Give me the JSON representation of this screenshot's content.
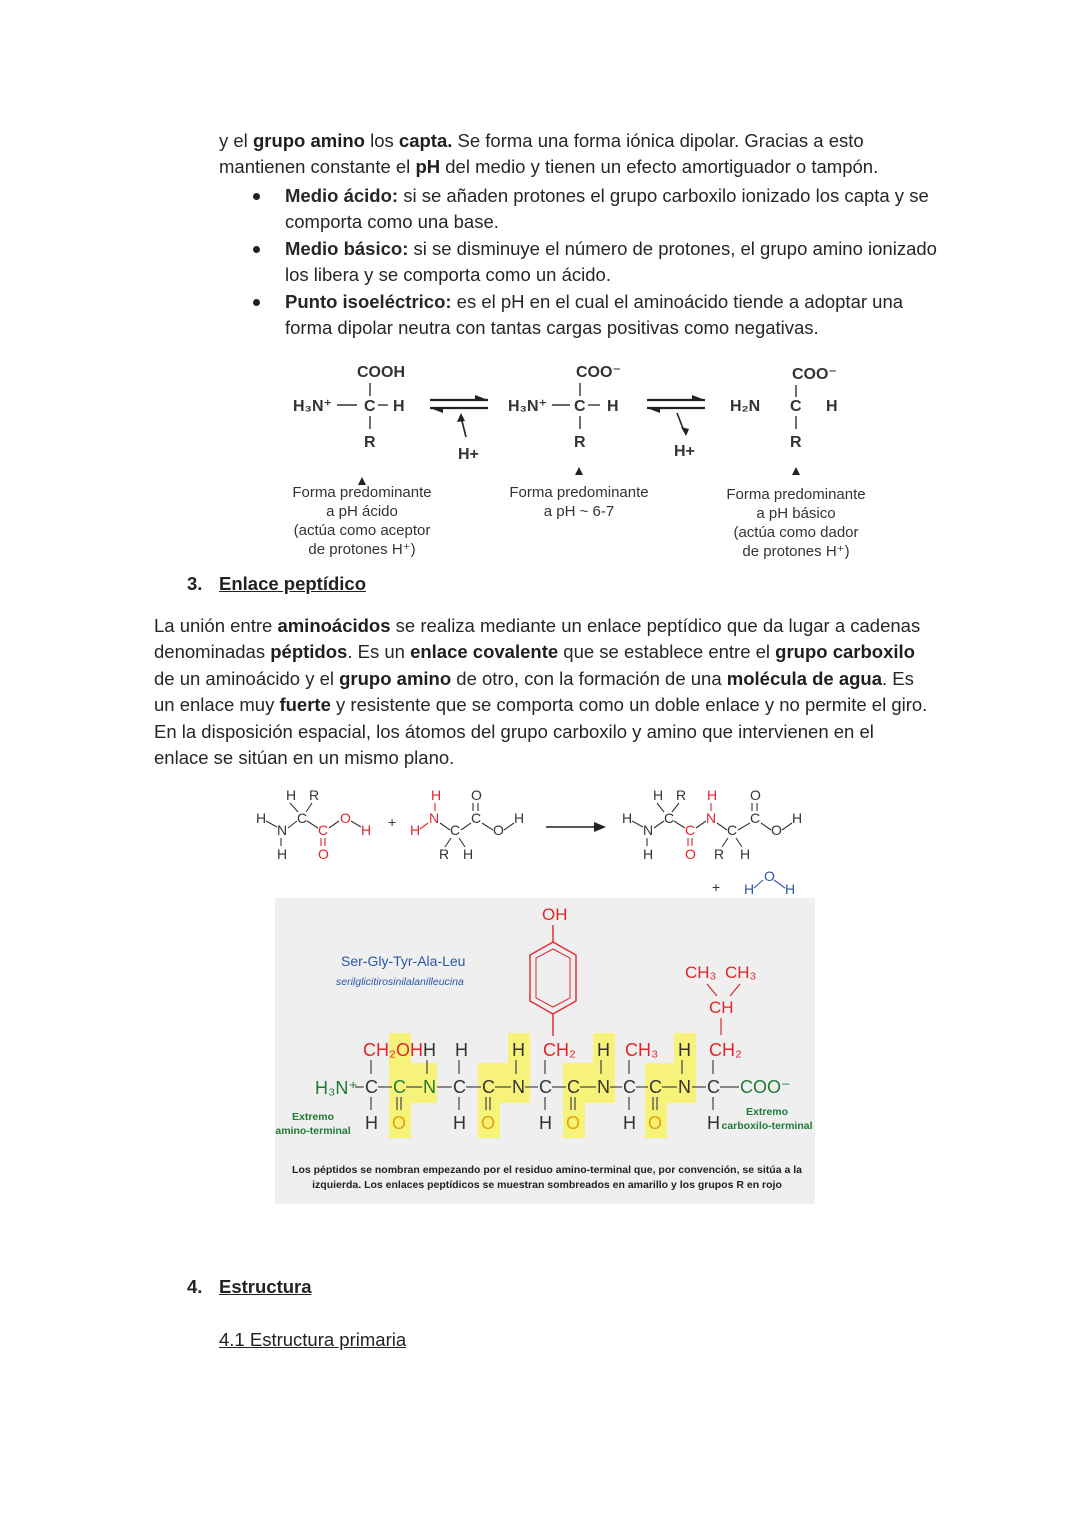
{
  "paragraph1": {
    "line1_pre": "y el ",
    "line1_b1": "grupo amino",
    "line1_mid": " los ",
    "line1_b2": "capta.",
    "line1_post": " Se forma una forma iónica dipolar. Gracias a esto",
    "line2_pre": "mantienen constante el ",
    "line2_b": "pH",
    "line2_post": " del medio y tienen un efecto amortiguador o tampón."
  },
  "bullets": [
    {
      "term": "Medio ácido:",
      "text": " si se añaden protones el grupo carboxilo ionizado los capta y se comporta como una base."
    },
    {
      "term": "Medio básico:",
      "text": " si se disminuye el número de protones, el grupo amino ionizado los libera y se comporta como un ácido."
    },
    {
      "term": "Punto isoeléctrico:",
      "text": " es el pH en el cual el aminoácido tiende a adoptar una forma dipolar neutra con tantas cargas positivas como negativas."
    }
  ],
  "equilibrium_figure": {
    "s1_top": "COOH",
    "s1_left": "H₃N⁺",
    "s1_c": "C",
    "s1_h": "H",
    "s1_r": "R",
    "s2_top": "COO⁻",
    "s2_left": "H₃N⁺",
    "s2_c": "C",
    "s2_h": "H",
    "s2_r": "R",
    "s3_top": "COO⁻",
    "s3_left": "H₂N",
    "s3_c": "C",
    "s3_h": "H",
    "s3_r": "R",
    "hplus_1": "H+",
    "hplus_2": "H+",
    "cap1": [
      "Forma predominante",
      "a pH ácido",
      "(actúa como aceptor",
      "de protones H⁺)"
    ],
    "cap2": [
      "Forma predominante",
      "a pH ~ 6-7"
    ],
    "cap3": [
      "Forma predominante",
      "a pH básico",
      "(actúa como dador",
      "de protones H⁺)"
    ]
  },
  "section3": {
    "num": "3.",
    "title": "Enlace peptídico"
  },
  "paragraph2": {
    "a": "La unión entre ",
    "b1": "aminoácidos",
    "c": " se realiza mediante un enlace peptídico que da lugar a cadenas denominadas ",
    "b2": "péptidos",
    "d": ". Es un ",
    "b3": "enlace covalente",
    "e": " que se establece entre el ",
    "b4": "grupo carboxilo",
    "f": " de un aminoácido y el ",
    "b5": "grupo amino",
    "g": " de otro, con la formación de una ",
    "b6": "molécula de agua",
    "h": ". Es un enlace muy ",
    "b7": "fuerte",
    "i": " y resistente que se comporta como un doble enlace y no permite el giro. En la disposición espacial, los átomos del grupo carboxilo y amino que intervienen en el enlace se sitúan en un mismo plano."
  },
  "reaction_figure": {
    "h": "H",
    "r": "R",
    "n": "N",
    "c": "C",
    "o": "O",
    "plus": "+"
  },
  "peptide_figure": {
    "name": "Ser-Gly-Tyr-Ala-Leu",
    "subname": "serilglicitirosinilalanilleucina",
    "oh": "OH",
    "ch3a": "CH₃",
    "ch3b": "CH₃",
    "ch": "CH",
    "r1": "CH₂OH",
    "r3": "CH₂",
    "r4": "CH₃",
    "r5": "CH₂",
    "h3n": "H₃N⁺",
    "coo": "COO⁻",
    "h": "H",
    "c": "C",
    "n": "N",
    "o": "O",
    "extremo_amino": [
      "Extremo",
      "amino-terminal"
    ],
    "extremo_carboxilo": [
      "Extremo",
      "carboxilo-terminal"
    ],
    "caption": [
      "Los péptidos se nombran empezando por el residuo amino-terminal que, por convención, se sitúa a la",
      "izquierda. Los enlaces peptídicos se muestran sombreados en amarillo y los grupos R en rojo"
    ]
  },
  "section4": {
    "num": "4.",
    "title": "Estructura"
  },
  "subsection41": {
    "title": "4.1 Estructura primaria"
  },
  "colors": {
    "red": "#e2252b",
    "yellow": "#f7f27a",
    "green": "#1f7a35",
    "blue": "#2a56a8",
    "figbg": "#efefef"
  }
}
